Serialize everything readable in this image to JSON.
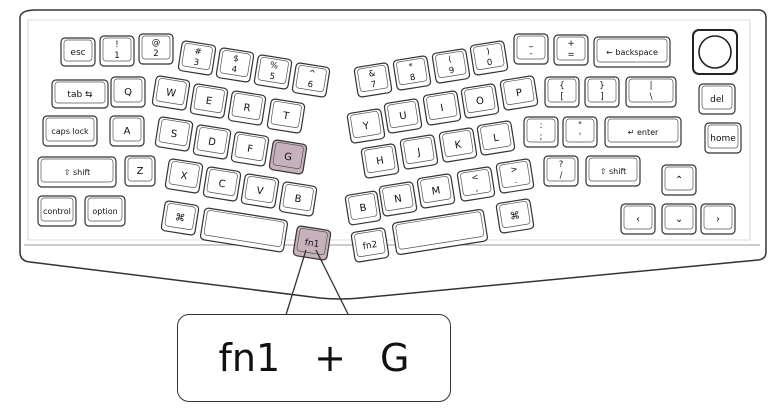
{
  "colors": {
    "highlight": "#c7b2bc",
    "outline": "#333333",
    "key_fill": "#ffffff",
    "key_top_border": "#555555"
  },
  "combo": {
    "key1": "fn1",
    "plus": "+",
    "key2": "G"
  },
  "keys": {
    "esc": "esc",
    "one_top": "!",
    "one_bot": "1",
    "two_top": "@",
    "two_bot": "2",
    "three_top": "#",
    "three_bot": "3",
    "four_top": "$",
    "four_bot": "4",
    "five_top": "%",
    "five_bot": "5",
    "six_top": "^",
    "six_bot": "6",
    "seven_top": "&",
    "seven_bot": "7",
    "eight_top": "*",
    "eight_bot": "8",
    "nine_top": "(",
    "nine_bot": "9",
    "zero_top": ")",
    "zero_bot": "0",
    "minus_top": "_",
    "minus_bot": "-",
    "equal_top": "+",
    "equal_bot": "=",
    "backspace": "← backspace",
    "tab": "tab ⇆",
    "q": "Q",
    "w": "W",
    "e": "E",
    "r": "R",
    "t": "T",
    "y": "Y",
    "u": "U",
    "i": "I",
    "o": "O",
    "p": "P",
    "lbracket_top": "{",
    "lbracket_bot": "[",
    "rbracket_top": "}",
    "rbracket_bot": "]",
    "backslash_top": "|",
    "backslash_bot": "\\",
    "del": "del",
    "caps": "caps lock",
    "a": "A",
    "s": "S",
    "d": "D",
    "f": "F",
    "g": "G",
    "h": "H",
    "j": "J",
    "k": "K",
    "l": "L",
    "semicolon_top": ":",
    "semicolon_bot": ";",
    "quote_top": "\"",
    "quote_bot": "'",
    "enter": "↵ enter",
    "home": "home",
    "lshift": "⇧ shift",
    "z": "Z",
    "x": "X",
    "c": "C",
    "v": "V",
    "b": "B",
    "b2": "B",
    "n": "N",
    "m": "M",
    "comma_top": "<",
    "comma_bot": ",",
    "period_top": ">",
    "period_bot": ".",
    "slash_top": "?",
    "slash_bot": "/",
    "rshift": "⇧ shift",
    "control": "control",
    "option": "option",
    "lcmd": "⌘",
    "fn1": "fn1",
    "fn2": "fn2",
    "rcmd": "⌘",
    "up": "⌃",
    "left": "‹",
    "down": "⌄",
    "right": "›"
  }
}
